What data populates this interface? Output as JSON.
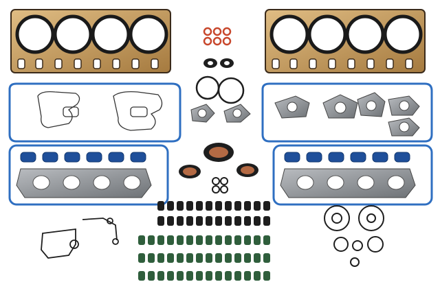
{
  "colors": {
    "background": "#ffffff",
    "head_gasket": "#c9a26a",
    "head_gasket_dark": "#3a2a1a",
    "valve_cover_blue": "#2f6fc1",
    "seal_black": "#1e1e1e",
    "seal_green": "#2f5e3c",
    "copper_ring": "#c8472c",
    "exhaust_grey": "#8a8d90"
  },
  "parts": [
    {
      "name": "head-gasket-left"
    },
    {
      "name": "head-gasket-right"
    },
    {
      "name": "valve-cover-gasket-left"
    },
    {
      "name": "valve-cover-gasket-right"
    },
    {
      "name": "intake-gasket-set-left"
    },
    {
      "name": "intake-gasket-set-right"
    },
    {
      "name": "exhaust-flange-gaskets"
    },
    {
      "name": "front-crank-seal"
    },
    {
      "name": "valve-stem-seals"
    },
    {
      "name": "injector-o-ring-kit"
    }
  ]
}
